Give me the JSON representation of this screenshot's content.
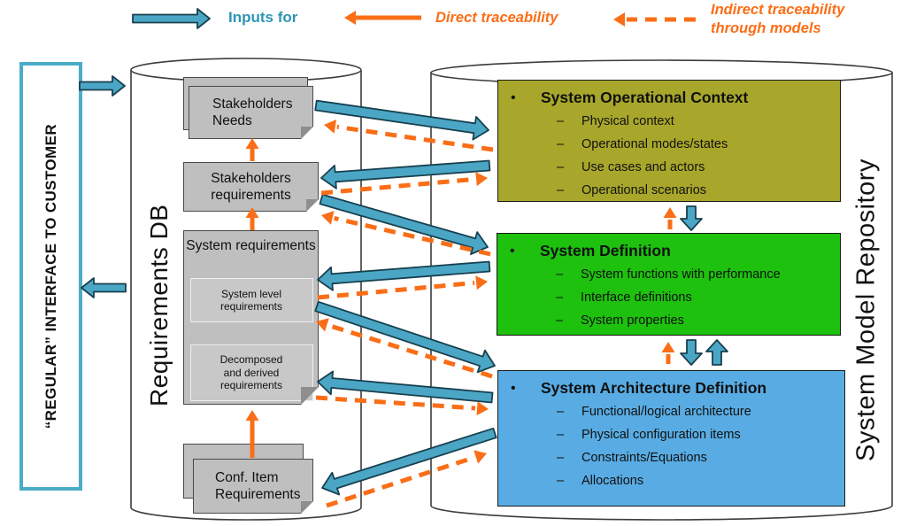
{
  "colors": {
    "teal_arrow": "#4BA6C5",
    "teal_border": "#4BACC6",
    "inputs_text": "#2D96B6",
    "orange": "#FA6E17",
    "olive_box": "#A8A72B",
    "green_box": "#1DC10E",
    "blue_box": "#58ACE3",
    "gray_doc": "#BFBFBF",
    "gray_doc_inner": "#C8C8C8"
  },
  "markers": {
    "bullet": "•",
    "dash": "–"
  },
  "legend": {
    "inputs_for": "Inputs for",
    "direct": "Direct traceability",
    "indirect_line1": "Indirect traceability",
    "indirect_line2": "through models"
  },
  "customer_interface": {
    "label": "“REGULAR” INTERFACE TO CUSTOMER"
  },
  "requirements_db": {
    "label": "Requirements DB",
    "stakeholders_needs": "Stakeholders Needs",
    "stakeholders_requirements": "Stakeholders requirements",
    "system_requirements": "System requirements",
    "system_level_requirements": "System level requirements",
    "decomposed_derived_requirements": "Decomposed and derived requirements",
    "conf_item_requirements": "Conf. Item Requirements"
  },
  "model_repository": {
    "label": "System Model Repository",
    "boxes": [
      {
        "title": "System Operational Context",
        "items": [
          "Physical context",
          "Operational modes/states",
          "Use cases and actors",
          "Operational scenarios"
        ]
      },
      {
        "title": "System Definition",
        "items": [
          "System functions with performance",
          "Interface definitions",
          "System properties"
        ]
      },
      {
        "title": "System Architecture Definition",
        "items": [
          "Functional/logical architecture",
          "Physical configuration items",
          "Constraints/Equations",
          "Allocations"
        ]
      }
    ]
  }
}
